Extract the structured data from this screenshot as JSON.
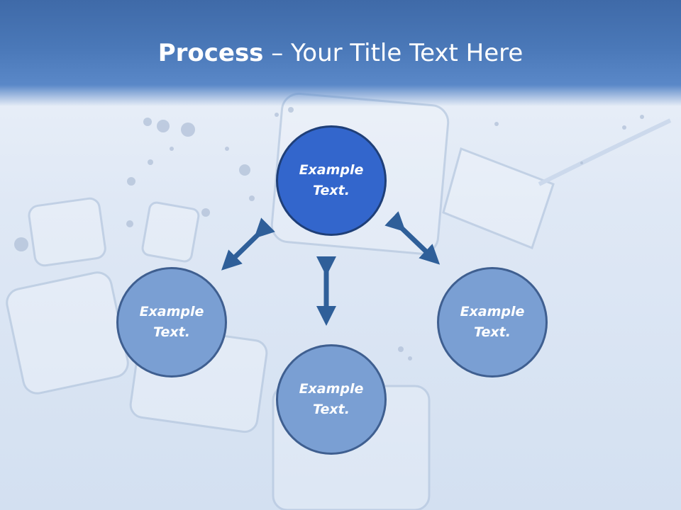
{
  "title": {
    "bold": "Process",
    "rest": " – Your Title Text Here"
  },
  "nodes": {
    "top": "Example Text.",
    "left": "Example Text.",
    "bottom": "Example Text.",
    "right": "Example Text."
  },
  "colors": {
    "primary_node": "#3366cc",
    "secondary_node": "#7a9fd3",
    "arrow": "#2f5f99",
    "header": "#4a78b8"
  },
  "icons": [
    "double-arrow-icon"
  ]
}
